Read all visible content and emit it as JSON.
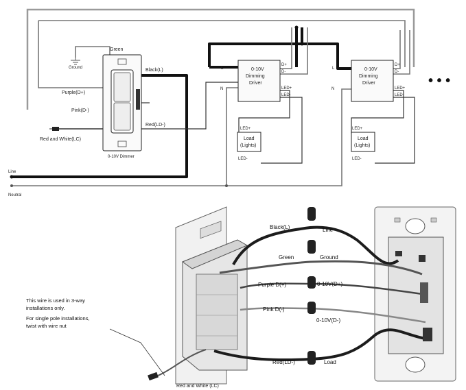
{
  "schematic": {
    "dimmer_caption": "0-10V Dimmer",
    "wires": {
      "green": "Green",
      "ground": "Ground",
      "black_l": "Black(L)",
      "purple": "Purple(D+)",
      "pink": "Pink(D-)",
      "red_ld": "Red(LD-)",
      "red_white": "Red and White(LC)"
    },
    "drivers": [
      {
        "title_line1": "0-10V",
        "title_line2": "Dimming",
        "title_line3": "Driver",
        "term_l": "L",
        "term_n": "N",
        "term_dplus": "D+",
        "term_dminus": "D-",
        "term_ledplus": "LED+",
        "term_ledminus": "LED-",
        "load_line1": "Load",
        "load_line2": "(Lights)",
        "load_ledplus": "LED+",
        "load_ledminus": "LED-"
      },
      {
        "title_line1": "0-10V",
        "title_line2": "Dimming",
        "title_line3": "Driver",
        "term_l": "L",
        "term_n": "N",
        "term_dplus": "D+",
        "term_dminus": "D-",
        "term_ledplus": "LED+",
        "term_ledminus": "LED-",
        "load_line1": "Load",
        "load_line2": "(Lights)",
        "load_ledplus": "LED+",
        "load_ledminus": "LED-"
      }
    ],
    "line_label": "Line",
    "neutral_label": "Neutral",
    "continuation": "• • •"
  },
  "photo": {
    "labels": {
      "black_l": "Black(L)",
      "line": "Line",
      "green": "Green",
      "ground": "Ground",
      "purple": "Purple D(+)",
      "dplus": "0-10V(D+)",
      "pink": "Pink D(-)",
      "dminus": "0-10V(D-)",
      "red": "Red(LD-)",
      "load": "Load",
      "red_white": "Red and White (LC)"
    },
    "note_lines": [
      "This wire is used in 3-way",
      "installations only.",
      "For single pole installations,",
      "twist with wire nut"
    ]
  }
}
